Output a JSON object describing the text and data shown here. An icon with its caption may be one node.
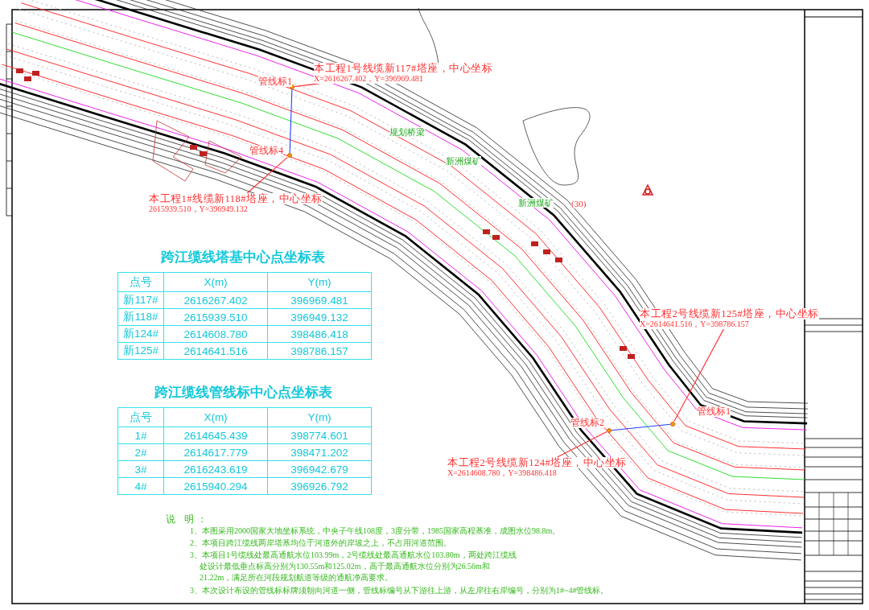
{
  "diagram": {
    "nodes": [
      {
        "text": [
          "本工程1号线缆新117#塔座，中心坐标",
          "X=2616267.402，Y=396969.481"
        ]
      },
      {
        "text": [],
        "shape": "circle",
        "beside": [
          "管线标1"
        ]
      },
      {
        "text": [
          "本工程1#线缆新118#塔座，中心坐标",
          "2615939.510，Y=396949.132"
        ]
      },
      {
        "text": [],
        "shape": "circle",
        "beside": [
          "管线标4"
        ]
      },
      {
        "text": [
          "本工程2号线缆新125#塔座，中心坐标",
          "X=2614641.516，Y=398786.157"
        ]
      },
      {
        "text": [],
        "shape": "circle",
        "beside": [
          "管线标1"
        ]
      },
      {
        "text": [
          "本工程2号线缆新124#塔座，中心坐标",
          "X=2614608.780，Y=398486.418"
        ]
      },
      {
        "text": [],
        "shape": "circle",
        "beside": [
          "管线标2"
        ]
      }
    ],
    "edges": [
      {
        "from": 0,
        "to": 1,
        "arrow": "none"
      },
      {
        "from": 2,
        "to": 3,
        "arrow": "none"
      },
      {
        "from": 1,
        "to": 3,
        "arrow": "none",
        "color": "#2040ff"
      },
      {
        "from": 4,
        "to": 5,
        "arrow": "none"
      },
      {
        "from": 6,
        "to": 7,
        "arrow": "none"
      },
      {
        "from": 5,
        "to": 7,
        "arrow": "none",
        "color": "#2040ff"
      }
    ],
    "labels": [
      "规划桥梁",
      "新洲煤矿",
      "新洲煤矿",
      "(30)",
      "跨江缆线塔基中心点坐标表",
      "点号",
      "X(m)",
      "Y(m)",
      "新117#",
      "2616267.402",
      "396969.481",
      "新118#",
      "2615939.510",
      "396949.132",
      "新124#",
      "2614608.780",
      "398486.418",
      "新125#",
      "2614641.516",
      "398786.157",
      "跨江缆线管线标中心点坐标表",
      "点号",
      "X(m)",
      "Y(m)",
      "1#",
      "2614645.439",
      "398774.601",
      "2#",
      "2614617.779",
      "398471.202",
      "3#",
      "2616243.619",
      "396942.679",
      "4#",
      "2615940.294",
      "396926.792",
      "说 明：",
      "1、本图采用2000国家大地坐标系统，中央子午线108度，3度分带，1985国家高程基准，成图水位98.8m。",
      "2、本项目跨江缆线两岸塔基均位于河道外的岸坡之上，不占用河道范围。",
      "3、本项目1号缆线处最高通航水位103.99m，2号缆线处最高通航水位103.80m，两处跨江缆线处设计最低垂点标高分别为130.55m和125.02m，高于最高通航水位分别为26.56m和21.22m，满足所在河段规划航道等级的通航净高要求。",
      "3、本次设计布设的管线标标牌须朝向河道一侧，管线标编号从下游往上游，从左岸往右岸编号，分别为1#~4#管线标。"
    ]
  }
}
